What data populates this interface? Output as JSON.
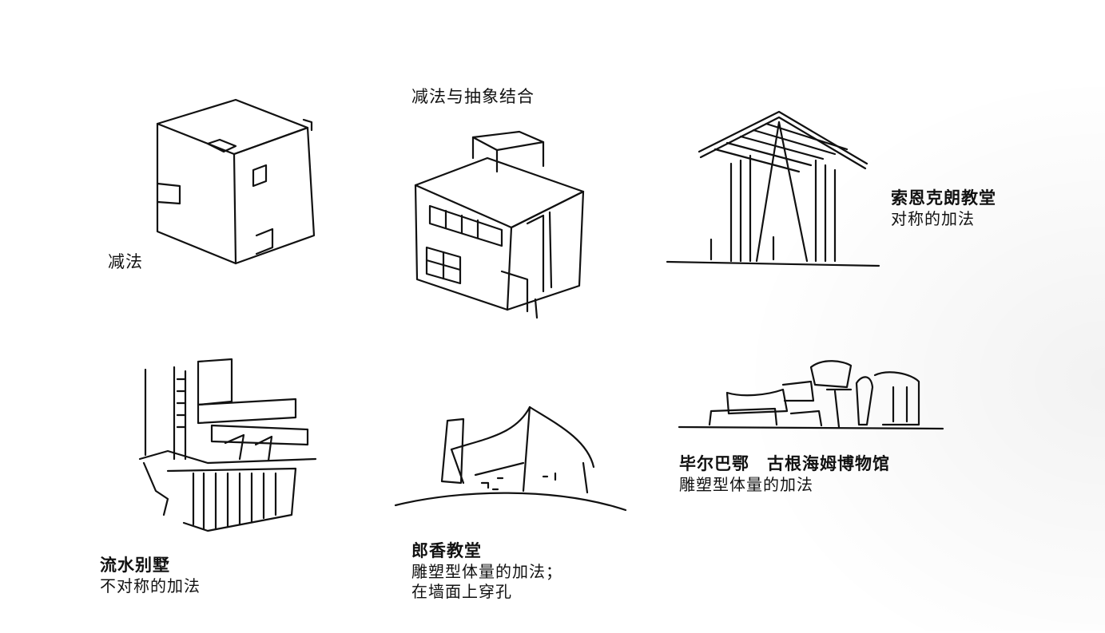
{
  "figures": [
    {
      "id": "subtraction",
      "title": "",
      "subtitle": "",
      "label": "减法"
    },
    {
      "id": "subtraction-abstract",
      "title": "",
      "subtitle": "",
      "label": "减法与抽象结合"
    },
    {
      "id": "saint-benedict",
      "title": "索恩克朗教堂",
      "subtitle": "对称的加法"
    },
    {
      "id": "fallingwater",
      "title": "流水别墅",
      "subtitle": "不对称的加法"
    },
    {
      "id": "ronchamp",
      "title": "郎香教堂",
      "subtitle": "雕塑型体量的加法；",
      "subtitle2": "在墙面上穿孔"
    },
    {
      "id": "guggenheim",
      "title": "毕尔巴鄂　古根海姆博物馆",
      "subtitle": "雕塑型体量的加法"
    }
  ]
}
